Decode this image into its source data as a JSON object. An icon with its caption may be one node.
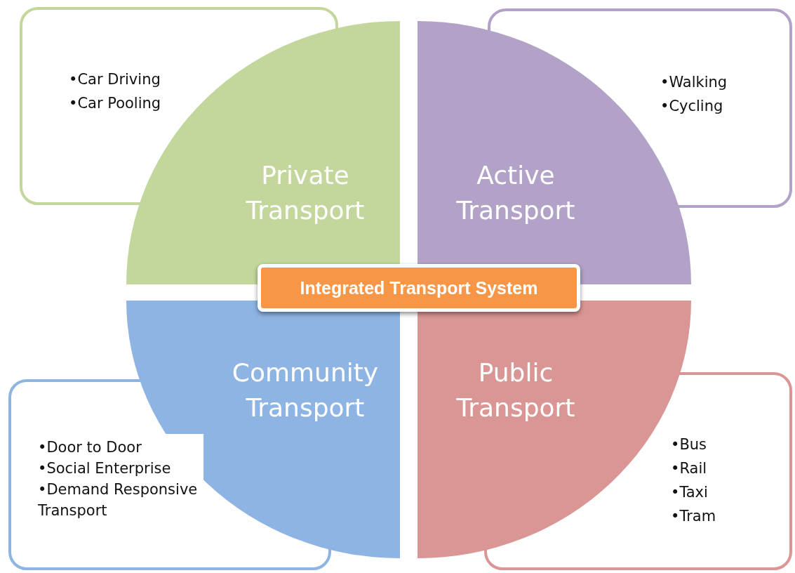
{
  "diagram": {
    "nodes": [
      {
        "text": [
          "•Car Driving",
          "•Car Pooling"
        ]
      },
      {
        "text": [
          "Private Transport"
        ]
      },
      {
        "text": [
          "Active Transport"
        ]
      },
      {
        "text": [
          "•Walking",
          "•Cycling"
        ]
      },
      {
        "text": [
          "Integrated Transport System"
        ]
      },
      {
        "text": [
          "Community Transport"
        ]
      },
      {
        "text": [
          "Public Transport"
        ]
      },
      {
        "text": [
          "•Door to Door",
          "•Social Enterprise",
          "•Demand Responsive Transport"
        ]
      },
      {
        "text": [
          "•Bus",
          "•Rail",
          "•Taxi",
          "•Tram"
        ]
      }
    ],
    "edges": []
  }
}
